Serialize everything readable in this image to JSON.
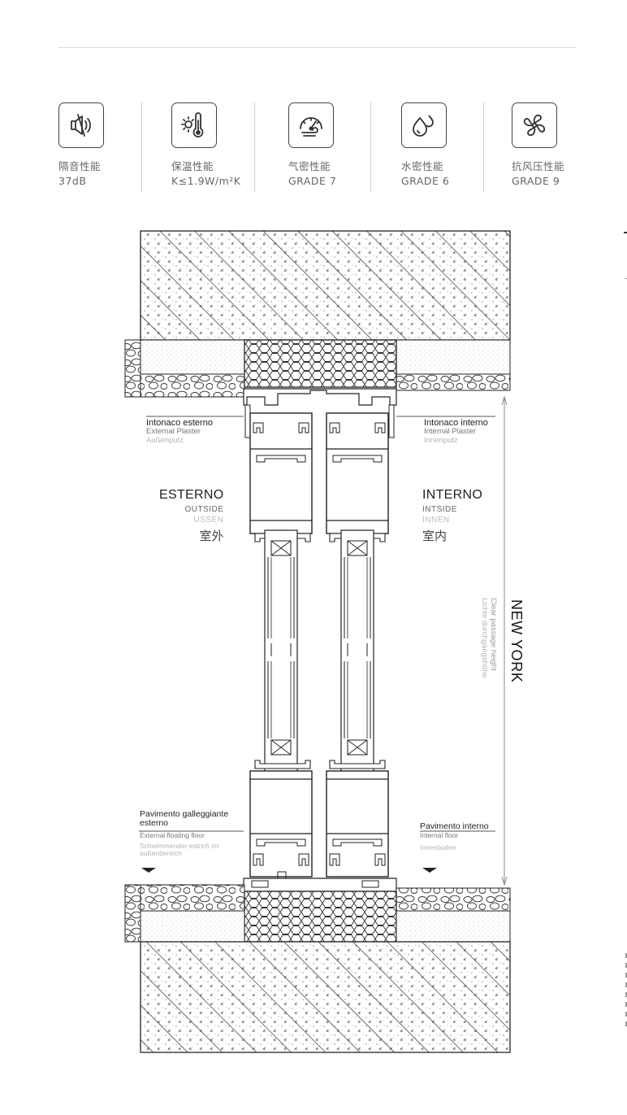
{
  "features": [
    {
      "icon": "speaker-mute-icon",
      "label_cn": "隔音性能",
      "value": "37dB"
    },
    {
      "icon": "thermometer-sun-icon",
      "label_cn": "保温性能",
      "value": "K≤1.9W/m²K"
    },
    {
      "icon": "gauge-wind-icon",
      "label_cn": "气密性能",
      "value": "GRADE 7"
    },
    {
      "icon": "water-drops-icon",
      "label_cn": "水密性能",
      "value": "GRADE 6"
    },
    {
      "icon": "fan-pressure-icon",
      "label_cn": "抗风压性能",
      "value": "GRADE 9"
    }
  ],
  "diagram": {
    "plaster_ext": {
      "it": "Intonaco esterno",
      "en": "External Plaster",
      "de": "Außenputz"
    },
    "plaster_int": {
      "it": "Intonaco interno",
      "en": "Internal Plaster",
      "de": "Innenputz"
    },
    "outside": {
      "it": "ESTERNO",
      "en": "OUTSIDE",
      "de": "USSEN",
      "cn": "室外"
    },
    "inside": {
      "it": "INTERNO",
      "en": "INTSIDE",
      "de": "INNEN",
      "cn": "室内"
    },
    "height": {
      "en": "Clear passage height",
      "de": "Lichte durchgangshöhe",
      "model": "NEW YORK"
    },
    "floor_ext": {
      "it": "Pavimento galleggiante esterno",
      "en": "External floating floor",
      "de": "Schwimmender estrich im außenbereich"
    },
    "floor_int": {
      "it": "Pavimento interno",
      "en": "Internal floor",
      "de": "Innenboden"
    }
  }
}
